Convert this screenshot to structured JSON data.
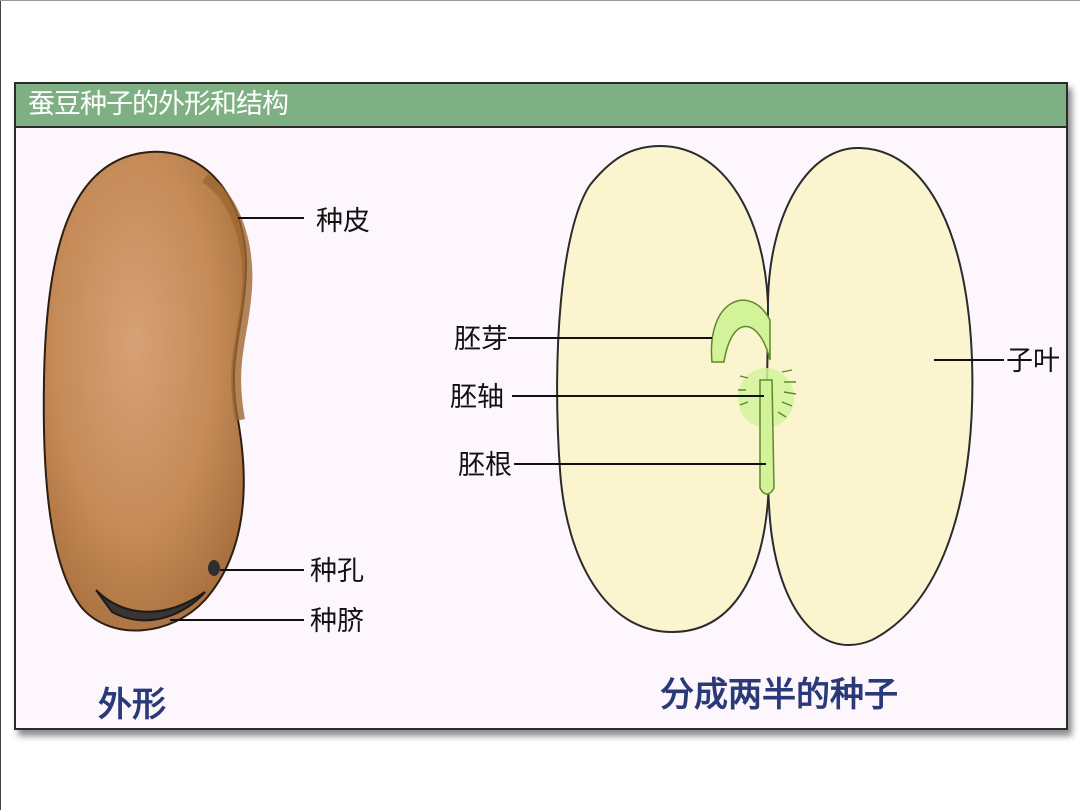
{
  "title": "蚕豆种子的外形和结构",
  "labels": {
    "seed_coat": "种皮",
    "micropyle": "种孔",
    "hilum": "种脐",
    "plumule": "胚芽",
    "hypocotyl": "胚轴",
    "radicle": "胚根",
    "cotyledon": "子叶"
  },
  "captions": {
    "exterior": "外形",
    "split": "分成两半的种子"
  },
  "colors": {
    "title_bar": "#7fb083",
    "seed_coat": "#c98f5a",
    "cotyledon": "#fbf5cf",
    "embryo": "#d2f39a",
    "caption": "#2a3a78"
  }
}
